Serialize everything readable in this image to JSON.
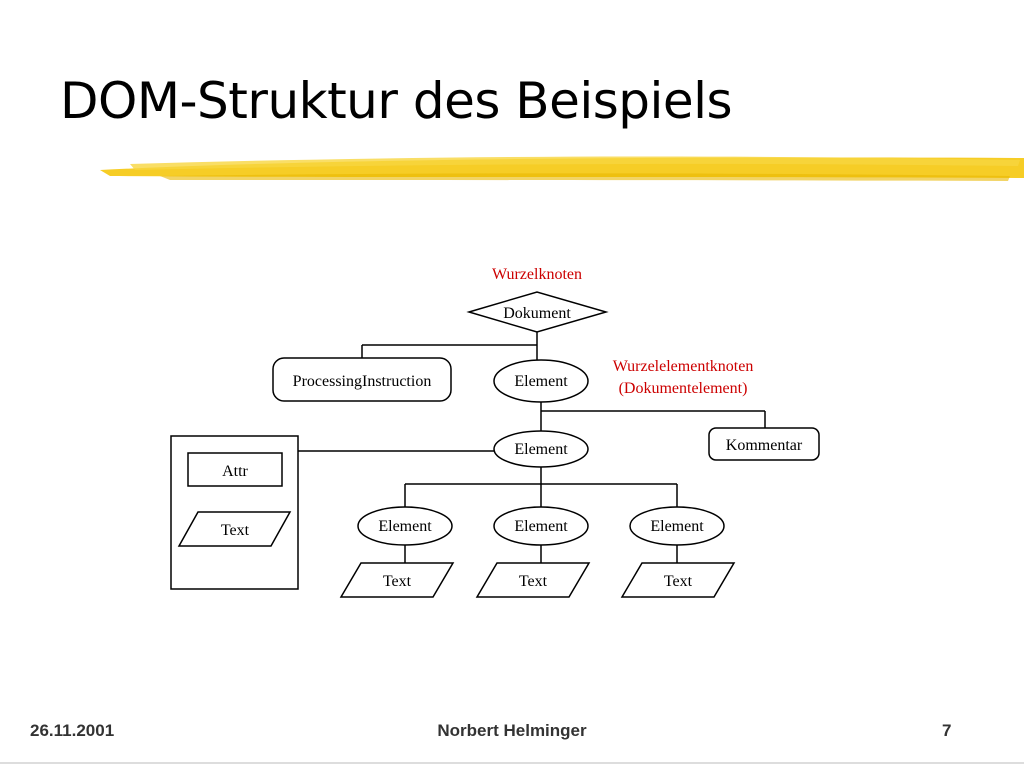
{
  "slide": {
    "title": "DOM-Struktur des Beispiels"
  },
  "diagram": {
    "root_label": "Wurzelknoten",
    "root_element_label_line1": "Wurzelelementknoten",
    "root_element_label_line2": "(Dokumentelement)",
    "nodes": {
      "dokument": "Dokument",
      "processing_instruction": "ProcessingInstruction",
      "root_element": "Element",
      "element_mid": "Element",
      "kommentar": "Kommentar",
      "attr": "Attr",
      "attr_text": "Text",
      "element_left": "Element",
      "element_center": "Element",
      "element_right": "Element",
      "text_left": "Text",
      "text_center": "Text",
      "text_right": "Text"
    },
    "colors": {
      "annotation": "#cc0000",
      "brush": "#f5c400"
    }
  },
  "footer": {
    "date": "26.11.2001",
    "author": "Norbert Helminger",
    "page": "7"
  }
}
